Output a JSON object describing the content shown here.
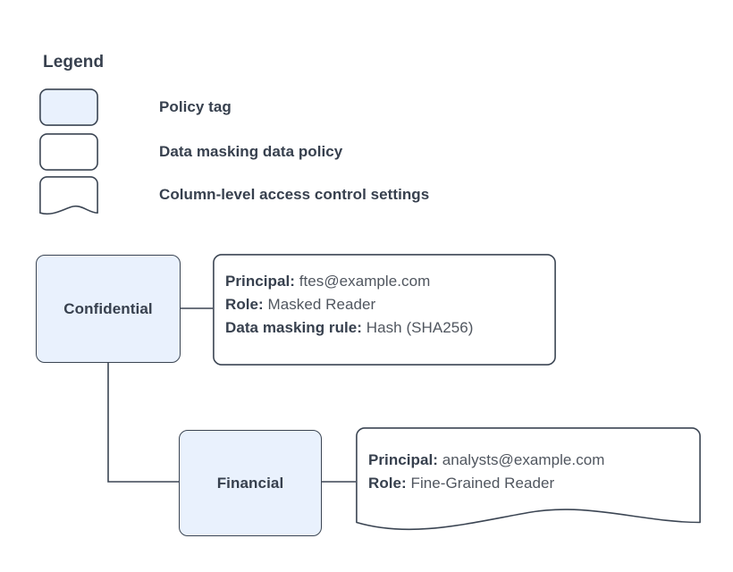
{
  "legend": {
    "title": "Legend",
    "items": [
      {
        "label": "Policy tag",
        "swatch": "rounded-rect-filled",
        "fill": "#e9f1fd"
      },
      {
        "label": "Data masking data policy",
        "swatch": "rounded-rect-outline",
        "fill": "#ffffff"
      },
      {
        "label": "Column-level access control settings",
        "swatch": "document-wave-outline",
        "fill": "#ffffff"
      }
    ]
  },
  "nodes": [
    {
      "id": "confidential",
      "label": "Confidential"
    },
    {
      "id": "financial",
      "label": "Financial"
    }
  ],
  "callouts": [
    {
      "id": "callout-confidential",
      "shape": "rounded-rect",
      "lines": [
        {
          "key": "Principal:",
          "value": "ftes@example.com"
        },
        {
          "key": "Role:",
          "value": "Masked Reader"
        },
        {
          "key": "Data masking rule:",
          "value": "Hash (SHA256)"
        }
      ]
    },
    {
      "id": "callout-financial",
      "shape": "document-wave",
      "lines": [
        {
          "key": "Principal:",
          "value": "analysts@example.com"
        },
        {
          "key": "Role:",
          "value": "Fine-Grained Reader"
        }
      ]
    }
  ],
  "colors": {
    "background": "#ffffff",
    "node_fill": "#e9f1fd",
    "stroke": "#3b4553",
    "text": "#37404e",
    "value_text": "#50565f"
  }
}
